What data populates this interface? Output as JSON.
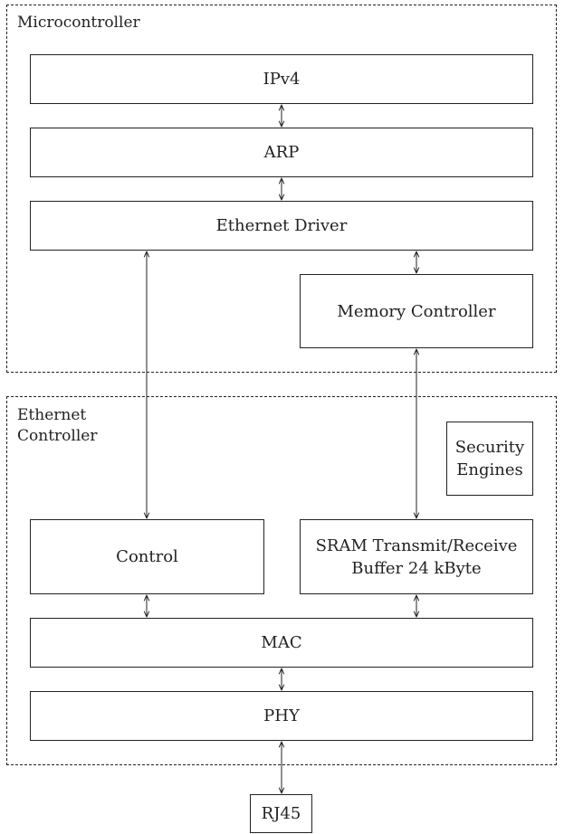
{
  "groups": {
    "microcontroller": "Microcontroller",
    "ethernet_controller": "Ethernet\nController"
  },
  "blocks": {
    "ipv4": "IPv4",
    "arp": "ARP",
    "ethernet_driver": "Ethernet Driver",
    "memory_controller": "Memory Controller",
    "security_engines": "Security\nEngines",
    "control": "Control",
    "sram_buffer": "SRAM Transmit/Receive\nBuffer 24 kByte",
    "mac": "MAC",
    "phy": "PHY",
    "rj45": "RJ45"
  },
  "connections": [
    {
      "from": "ipv4",
      "to": "arp",
      "style": "bidirectional"
    },
    {
      "from": "arp",
      "to": "ethernet_driver",
      "style": "bidirectional"
    },
    {
      "from": "ethernet_driver",
      "to": "memory_controller",
      "style": "bidirectional"
    },
    {
      "from": "ethernet_driver",
      "to": "control",
      "style": "bidirectional"
    },
    {
      "from": "memory_controller",
      "to": "sram_buffer",
      "style": "bidirectional"
    },
    {
      "from": "control",
      "to": "mac",
      "style": "bidirectional"
    },
    {
      "from": "sram_buffer",
      "to": "mac",
      "style": "bidirectional"
    },
    {
      "from": "mac",
      "to": "phy",
      "style": "bidirectional"
    },
    {
      "from": "phy",
      "to": "rj45",
      "style": "bidirectional"
    }
  ]
}
